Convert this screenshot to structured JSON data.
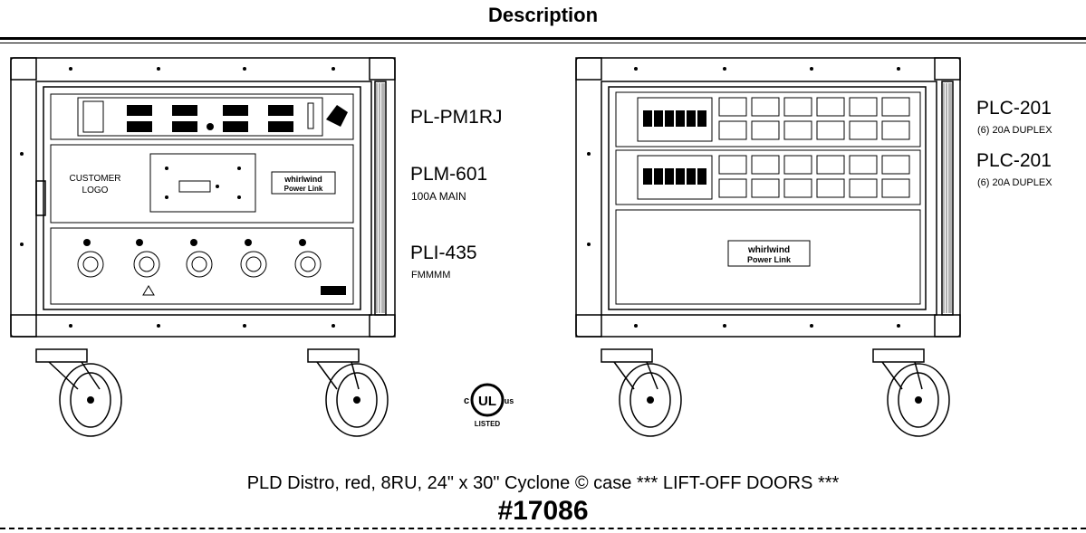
{
  "header": {
    "title": "Description"
  },
  "left_panels": [
    {
      "model": "PL-PM1RJ",
      "desc": ""
    },
    {
      "model": "PLM-601",
      "desc": "100A MAIN"
    },
    {
      "model": "PLI-435",
      "desc": "FMMMM"
    }
  ],
  "right_panels": [
    {
      "model": "PLC-201",
      "desc": "(6) 20A DUPLEX"
    },
    {
      "model": "PLC-201",
      "desc": "(6) 20A DUPLEX"
    }
  ],
  "customer_logo": {
    "line1": "CUSTOMER",
    "line2": "LOGO"
  },
  "brand": {
    "line1": "whirlwind",
    "line2": "Power Link"
  },
  "ul_mark": {
    "text": "UL",
    "c": "c",
    "us": "us",
    "listed": "LISTED"
  },
  "footer": {
    "caption": "PLD Distro, red, 8RU, 24\" x 30\" Cyclone © case *** LIFT-OFF DOORS ***",
    "part_number": "#17086"
  }
}
